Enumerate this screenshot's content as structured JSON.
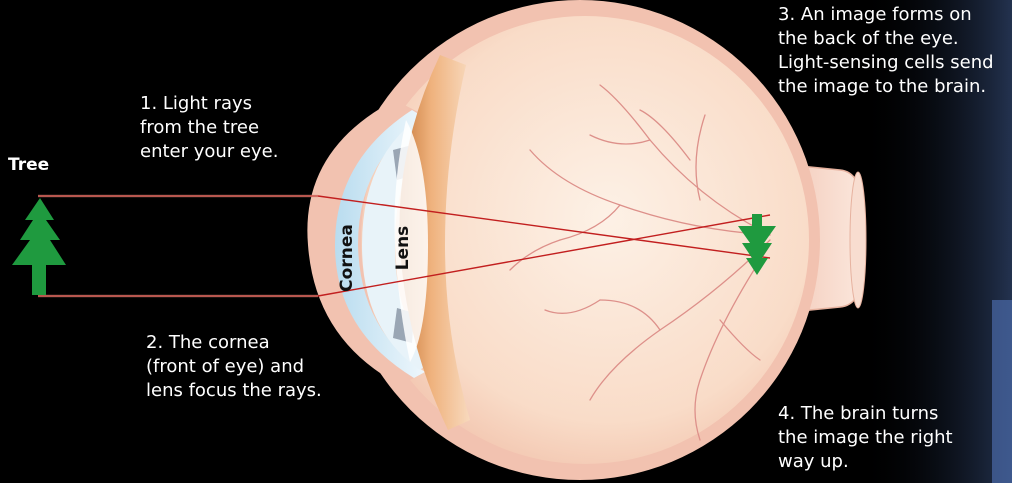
{
  "labels": {
    "tree": "Tree",
    "cornea": "Cornea",
    "lens": "Lens"
  },
  "steps": [
    {
      "text": "1. Light rays\nfrom the tree\nenter your eye."
    },
    {
      "text": "2. The cornea\n(front of eye) and\nlens focus the rays."
    },
    {
      "text": "3. An image forms on\nthe back of the eye.\nLight-sensing cells send\nthe image to the brain."
    },
    {
      "text": "4. The brain turns\nthe image the right\nway up."
    }
  ],
  "colors": {
    "background": "#000000",
    "eye_outer": "#f3c7b6",
    "eye_inner": "#fbe3d2",
    "lens": "#e0a06a",
    "cornea": "#d8ecf7",
    "ray": "#c21f1f",
    "tree": "#1e9a3e",
    "vessel": "#d88a86"
  }
}
